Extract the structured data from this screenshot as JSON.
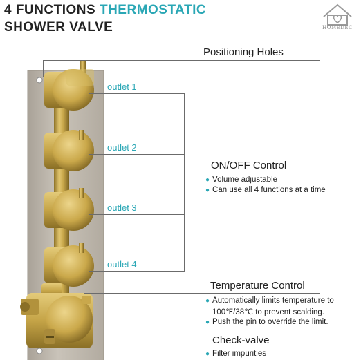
{
  "title": {
    "line1_prefix": "4 FUNCTIONS",
    "line1_accent": "THERMOSTATIC",
    "line2": "SHOWER VALVE"
  },
  "logo": {
    "text": "HOMEDEC"
  },
  "outlets": [
    "outlet 1",
    "outlet 2",
    "outlet 3",
    "outlet 4"
  ],
  "positioning": {
    "heading": "Positioning Holes"
  },
  "onoff": {
    "heading": "ON/OFF Control",
    "bullets": [
      "Volume adjustable",
      "Can use all 4 functions at a time"
    ]
  },
  "temperature": {
    "heading": "Temperature Control",
    "bullets": [
      "Automatically limits temperature to",
      "100℉/38℃  to  prevent scalding.",
      "Push the pin to override the  limit."
    ]
  },
  "checkvalve": {
    "heading": "Check-valve",
    "bullets": [
      "Filter impurities"
    ]
  },
  "colors": {
    "accent": "#2aa7b5",
    "brass": "#c9a84c",
    "plate": "#bdb6ab"
  },
  "icons": [
    "house-heart-logo-icon"
  ]
}
